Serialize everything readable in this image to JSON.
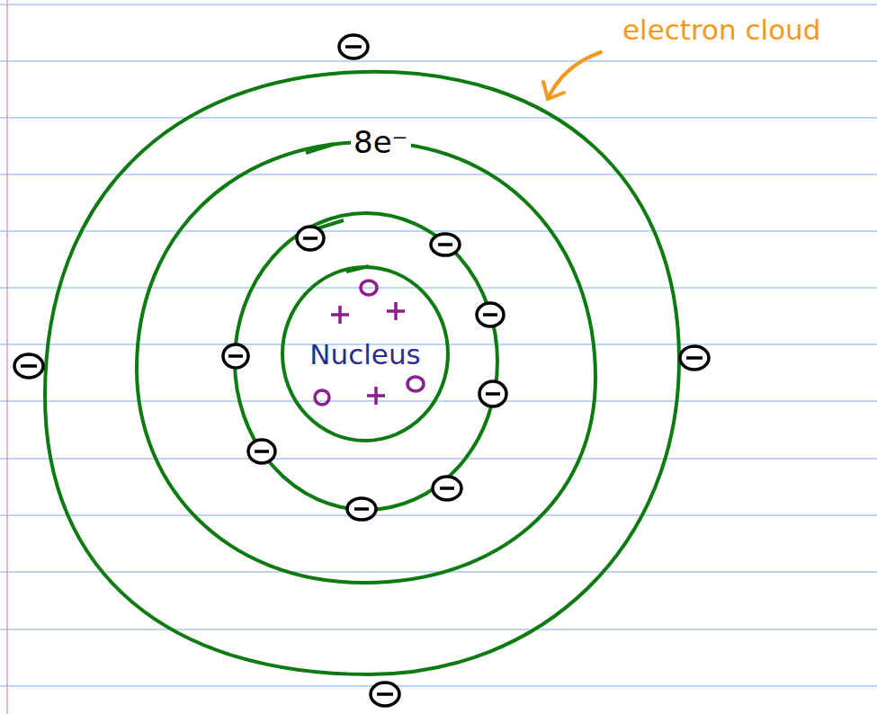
{
  "diagram": {
    "nodes": [
      {
        "text": [
          "Nucleus"
        ]
      }
    ],
    "labels": [
      "electron cloud",
      "8e⁻"
    ]
  }
}
